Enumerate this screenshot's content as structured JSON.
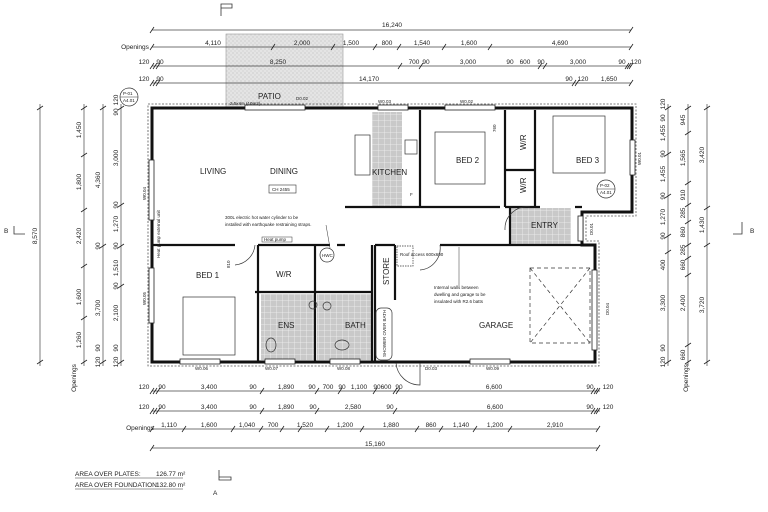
{
  "section_markers": {
    "a": "A",
    "b_left": "B",
    "b_right": "B"
  },
  "rooms": {
    "patio": "PATIO",
    "patio_size": "2.5x4m (10m2)",
    "living": "LIVING",
    "dining": "DINING",
    "kitchen": "KITCHEN",
    "bed1": "BED 1",
    "bed2": "BED 2",
    "bed3": "BED 3",
    "wr1": "W/R",
    "wr2": "W/R",
    "wr3": "W/R",
    "ens": "ENS",
    "bath": "BATH",
    "store": "STORE",
    "entry": "ENTRY",
    "garage": "GARAGE",
    "shower": "SHOWER OVER BATH",
    "hwc": "HWC",
    "fridge": "F"
  },
  "tags": {
    "ceiling": "CH 2455",
    "heat_pump": "Heat pump",
    "heat_pump_ext": "Heat pump external unit",
    "roof_access": "Roof access 600x600",
    "d002": "D0.02",
    "d001": "D0.01",
    "d003": "D0.03",
    "d004": "D0.04",
    "w003": "W0.03",
    "w002": "W0.02",
    "w001": "W0.01",
    "w004": "W0.04",
    "w005": "W0.05",
    "w006": "W0.06",
    "w007": "W0.07",
    "w008": "W0.08",
    "w009": "W0.09",
    "p01": "P-01",
    "p01_sheet": "A4.01",
    "p02": "P-02",
    "p02_sheet": "A4.01",
    "door_760": "760",
    "door_810": "810"
  },
  "notes": {
    "hot_water_1": "300L electric hot water cylinder to be",
    "hot_water_2": "installed with earthquake restraining straps.",
    "garage_walls_1": "Internal walls between",
    "garage_walls_2": "dwelling and garage to be",
    "garage_walls_3": "insulated with R2.6 batts"
  },
  "areas": {
    "plates_label": "AREA OVER PLATES:",
    "plates_value": "126.77 m²",
    "foundation_label": "AREA OVER FOUNDATION:",
    "foundation_value": "132.80 m²"
  },
  "dimensions": {
    "openings_label": "Openings",
    "top_overall": "16,240",
    "top_openings": [
      "4,110",
      "2,000",
      "1,500",
      "800",
      "1,540",
      "1,600",
      "4,690"
    ],
    "top_row3": [
      "120",
      "90",
      "8,250",
      "700",
      "90",
      "3,000",
      "90",
      "600",
      "90",
      "3,000",
      "90",
      "120"
    ],
    "top_row4": [
      "120",
      "90",
      "14,170",
      "90",
      "120",
      "1,650"
    ],
    "bottom_row1": [
      "120",
      "90",
      "3,400",
      "90",
      "1,890",
      "90",
      "700",
      "90",
      "1,100",
      "90",
      "600",
      "90",
      "6,600",
      "90",
      "120"
    ],
    "bottom_row2": [
      "120",
      "90",
      "3,400",
      "90",
      "1,890",
      "90",
      "2,580",
      "90",
      "6,600",
      "90",
      "120"
    ],
    "bottom_openings": [
      "1,110",
      "1,600",
      "1,040",
      "700",
      "1,520",
      "1,200",
      "1,880",
      "860",
      "1,140",
      "1,200",
      "2,910"
    ],
    "bottom_overall": "15,160",
    "left_overall": "8,570",
    "left_openings": [
      "1,450",
      "1,800",
      "2,420",
      "1,600",
      "1,260"
    ],
    "left_row2": [
      "4,360",
      "90",
      "3,700",
      "120",
      "90"
    ],
    "left_row3": [
      "90",
      "120",
      "3,000",
      "90",
      "1,270",
      "90",
      "1,510",
      "90",
      "2,100",
      "120",
      "90"
    ],
    "right_row1": [
      "90",
      "120",
      "1,455",
      "90",
      "1,455",
      "90",
      "1,270",
      "90",
      "400",
      "3,300",
      "120",
      "90"
    ],
    "right_openings": [
      "945",
      "1,565",
      "910",
      "285",
      "860",
      "285",
      "660",
      "2,400",
      "660"
    ],
    "right_row3": [
      "3,420",
      "1,430",
      "3,720"
    ]
  }
}
